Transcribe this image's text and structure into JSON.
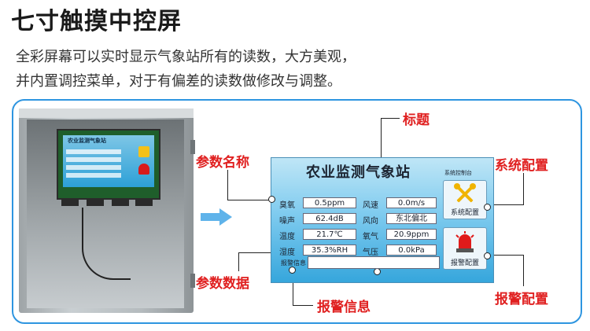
{
  "heading": "七寸触摸中控屏",
  "description": {
    "line1": "全彩屏幕可以实时显示气象站所有的读数，大方美观，",
    "line2": "并内置调控菜单，对于有偏差的读数做修改与调整。"
  },
  "device_preview": {
    "title": "农业监测气象站"
  },
  "screen": {
    "title": "农业监测气象站",
    "system_header": "系统控制台",
    "system_button": "系统配置",
    "alarm_button": "报警配置",
    "alarm_info_label": "报警信息",
    "alarm_info_value": "",
    "readings": [
      {
        "label": "臭氧",
        "value": "0.5ppm"
      },
      {
        "label": "风速",
        "value": "0.0m/s"
      },
      {
        "label": "噪声",
        "value": "62.4dB"
      },
      {
        "label": "风向",
        "value": "东北偏北"
      },
      {
        "label": "温度",
        "value": "21.7℃"
      },
      {
        "label": "氧气",
        "value": "20.9ppm"
      },
      {
        "label": "湿度",
        "value": "35.3%RH"
      },
      {
        "label": "气压",
        "value": "0.0kPa"
      }
    ]
  },
  "callouts": {
    "title": "标题",
    "param_name": "参数名称",
    "system_config": "系统配置",
    "param_data": "参数数据",
    "alarm_info": "报警信息",
    "alarm_config": "报警配置"
  },
  "colors": {
    "panel_border": "#2e95e0",
    "callout_text": "#e02020",
    "screen_top": "#bfe6f6",
    "screen_bottom": "#36a6dc",
    "arrow": "#5fb3ea"
  }
}
